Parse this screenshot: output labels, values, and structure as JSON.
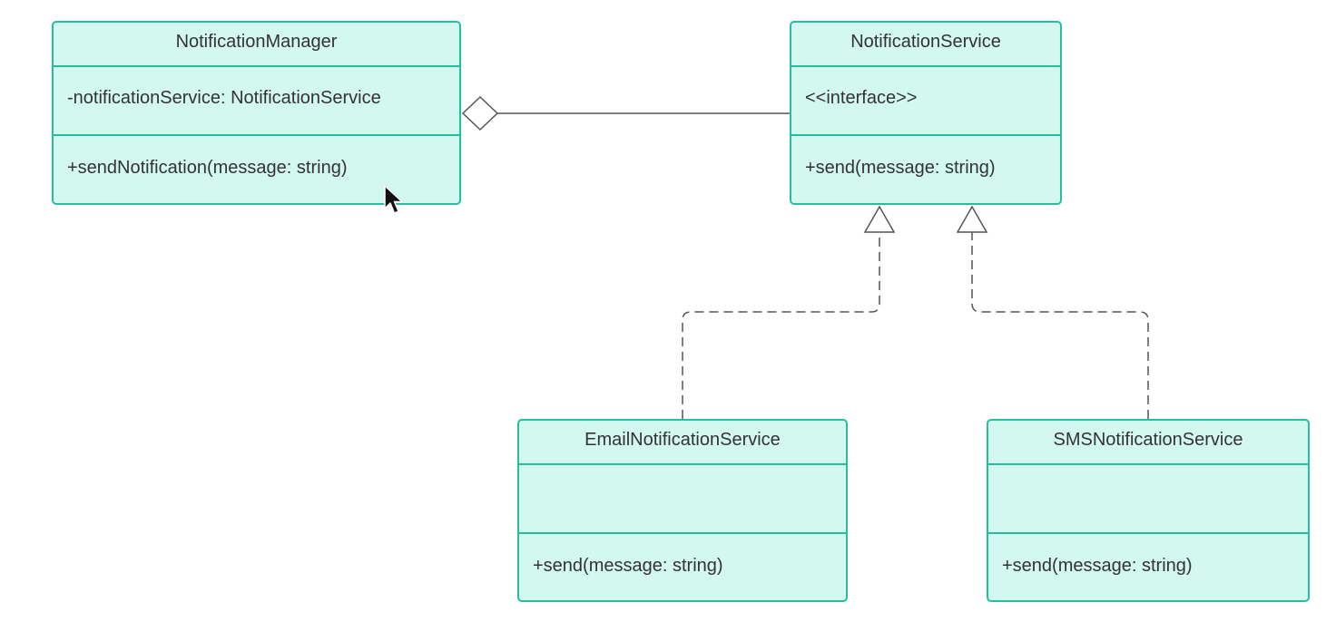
{
  "diagram": {
    "classes": {
      "notification_manager": {
        "name": "NotificationManager",
        "attributes": "-notificationService: NotificationService",
        "operations": "+sendNotification(message: string)"
      },
      "notification_service": {
        "name": "NotificationService",
        "attributes": "<<interface>>",
        "operations": "+send(message: string)"
      },
      "email_notification_service": {
        "name": "EmailNotificationService",
        "attributes": "",
        "operations": "+send(message: string)"
      },
      "sms_notification_service": {
        "name": "SMSNotificationService",
        "attributes": "",
        "operations": "+send(message: string)"
      }
    },
    "relationships": [
      {
        "type": "aggregation",
        "from": "NotificationManager",
        "to": "NotificationService"
      },
      {
        "type": "realization",
        "from": "EmailNotificationService",
        "to": "NotificationService"
      },
      {
        "type": "realization",
        "from": "SMSNotificationService",
        "to": "NotificationService"
      }
    ],
    "colors": {
      "box_fill": "#d2f8f0",
      "box_border": "#25bfa0",
      "line": "#555555",
      "text": "#333333"
    }
  }
}
